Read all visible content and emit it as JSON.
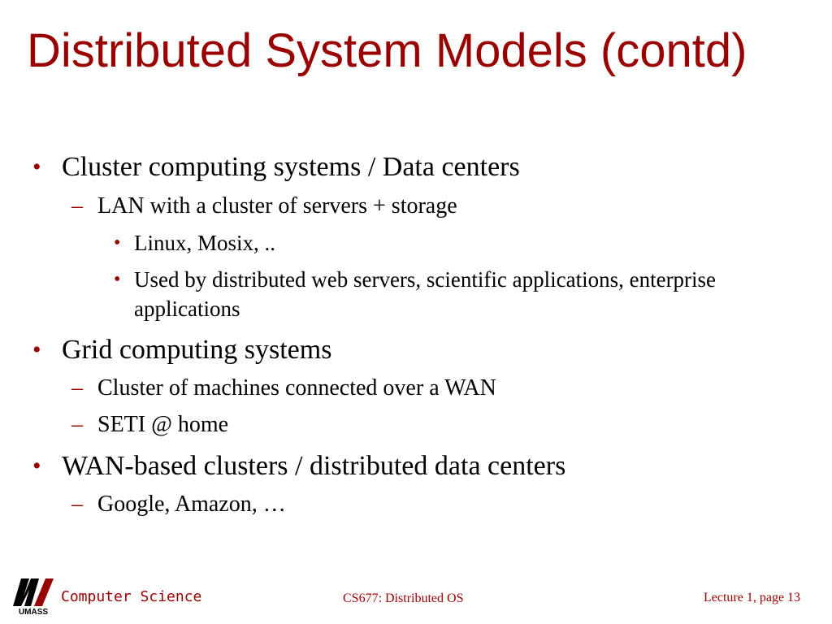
{
  "slide": {
    "title": "Distributed System Models (contd)",
    "bullets": [
      {
        "level": 1,
        "marker": "•",
        "text": "Cluster computing systems / Data centers"
      },
      {
        "level": 2,
        "marker": "–",
        "text": "LAN with a cluster of servers  + storage"
      },
      {
        "level": 3,
        "marker": "•",
        "text": "Linux, Mosix, .."
      },
      {
        "level": 3,
        "marker": "•",
        "text": "Used by distributed web servers, scientific applications, enterprise applications"
      },
      {
        "level": 1,
        "marker": "•",
        "text": "Grid computing systems"
      },
      {
        "level": 2,
        "marker": "–",
        "text": "Cluster of machines connected over a WAN"
      },
      {
        "level": 2,
        "marker": "–",
        "text": "SETI @ home"
      },
      {
        "level": 1,
        "marker": "•",
        "text": "WAN-based clusters / distributed data centers"
      },
      {
        "level": 2,
        "marker": "–",
        "text": "Google, Amazon, …"
      }
    ]
  },
  "footer": {
    "logo_text": "UMASS",
    "department": "Computer Science",
    "course": "CS677: Distributed OS",
    "page": "Lecture 1, page 13"
  },
  "colors": {
    "title": "#990000",
    "bullet": "#990000",
    "body_text": "#000000",
    "background": "#ffffff"
  }
}
